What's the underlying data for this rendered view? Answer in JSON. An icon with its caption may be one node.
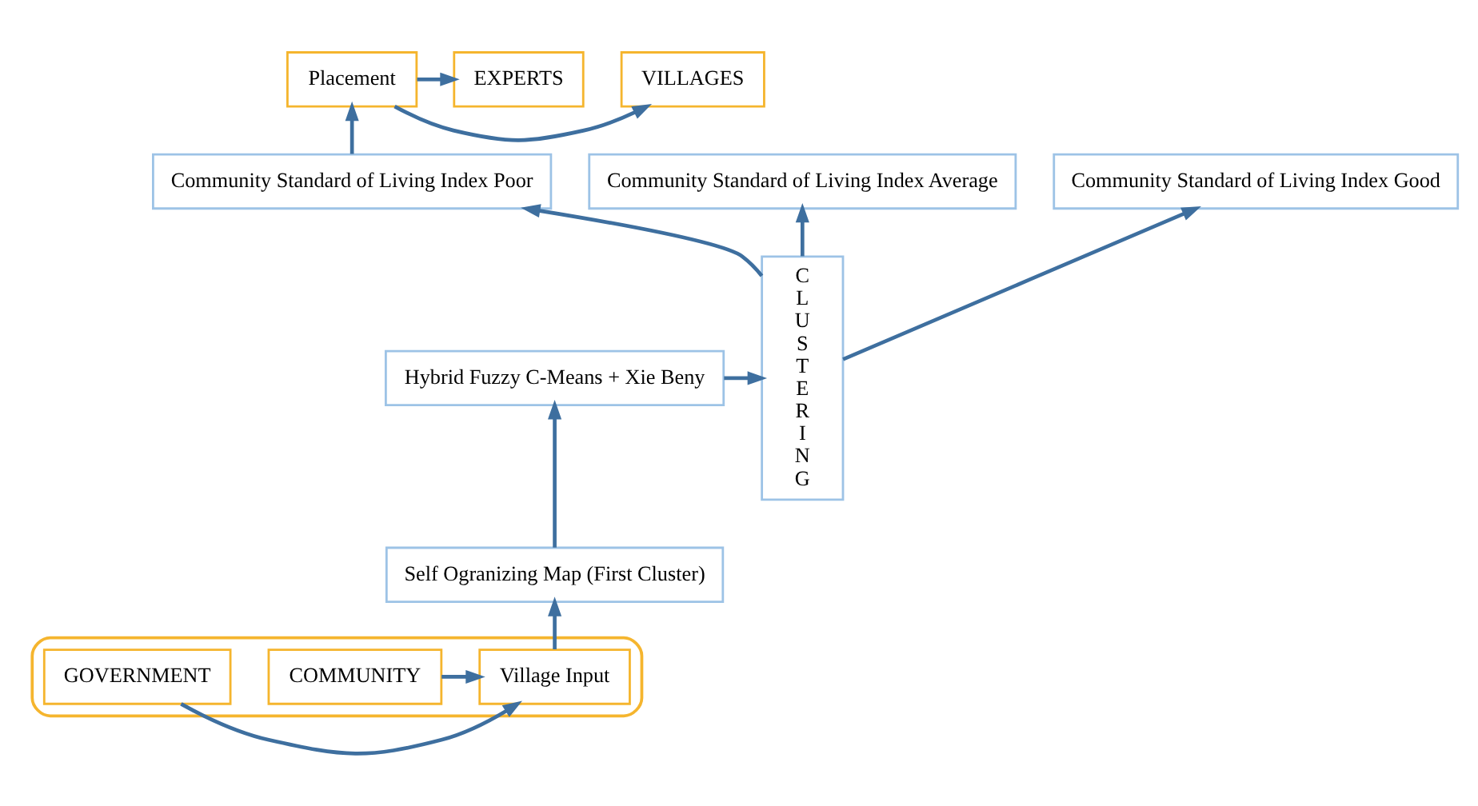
{
  "diagram": {
    "nodes": [
      {
        "text": [
          "Placement"
        ]
      },
      {
        "text": [
          "VILLAGES"
        ]
      },
      {
        "text": [
          "EXPERTS"
        ]
      },
      {
        "text": [
          "Community Standard of Living Index Poor"
        ]
      },
      {
        "text": [
          "Community Standard of Living Index Average"
        ]
      },
      {
        "text": [
          "Community Standard of Living Index Good"
        ]
      },
      {
        "text": [
          "CLUSTERING"
        ]
      },
      {
        "text": [
          "Hybrid Fuzzy C-Means + Xie Beny"
        ]
      },
      {
        "text": [
          "Self Ogranizing Map (First Cluster)"
        ]
      },
      {
        "text": [],
        "shape": "box"
      },
      {
        "text": [
          "COMMUNITY"
        ],
        "in": 9
      },
      {
        "text": [
          "Village Input"
        ],
        "in": 9
      },
      {
        "text": [
          "GOVERNMENT"
        ],
        "in": 9
      }
    ],
    "edges": [
      {
        "from": 0,
        "to": 1,
        "arrow": "to"
      },
      {
        "from": 0,
        "to": 2,
        "arrow": "to"
      },
      {
        "from": 3,
        "to": 0,
        "arrow": "to"
      },
      {
        "from": 6,
        "to": 3,
        "arrow": "to"
      },
      {
        "from": 6,
        "to": 4,
        "arrow": "to"
      },
      {
        "from": 6,
        "to": 5,
        "arrow": "to"
      },
      {
        "from": 7,
        "to": 6,
        "arrow": "to"
      },
      {
        "from": 8,
        "to": 7,
        "arrow": "to"
      },
      {
        "from": 11,
        "to": 8,
        "arrow": "to"
      },
      {
        "from": 10,
        "to": 11,
        "arrow": "to"
      },
      {
        "from": 12,
        "to": 11,
        "arrow": "to"
      }
    ]
  }
}
